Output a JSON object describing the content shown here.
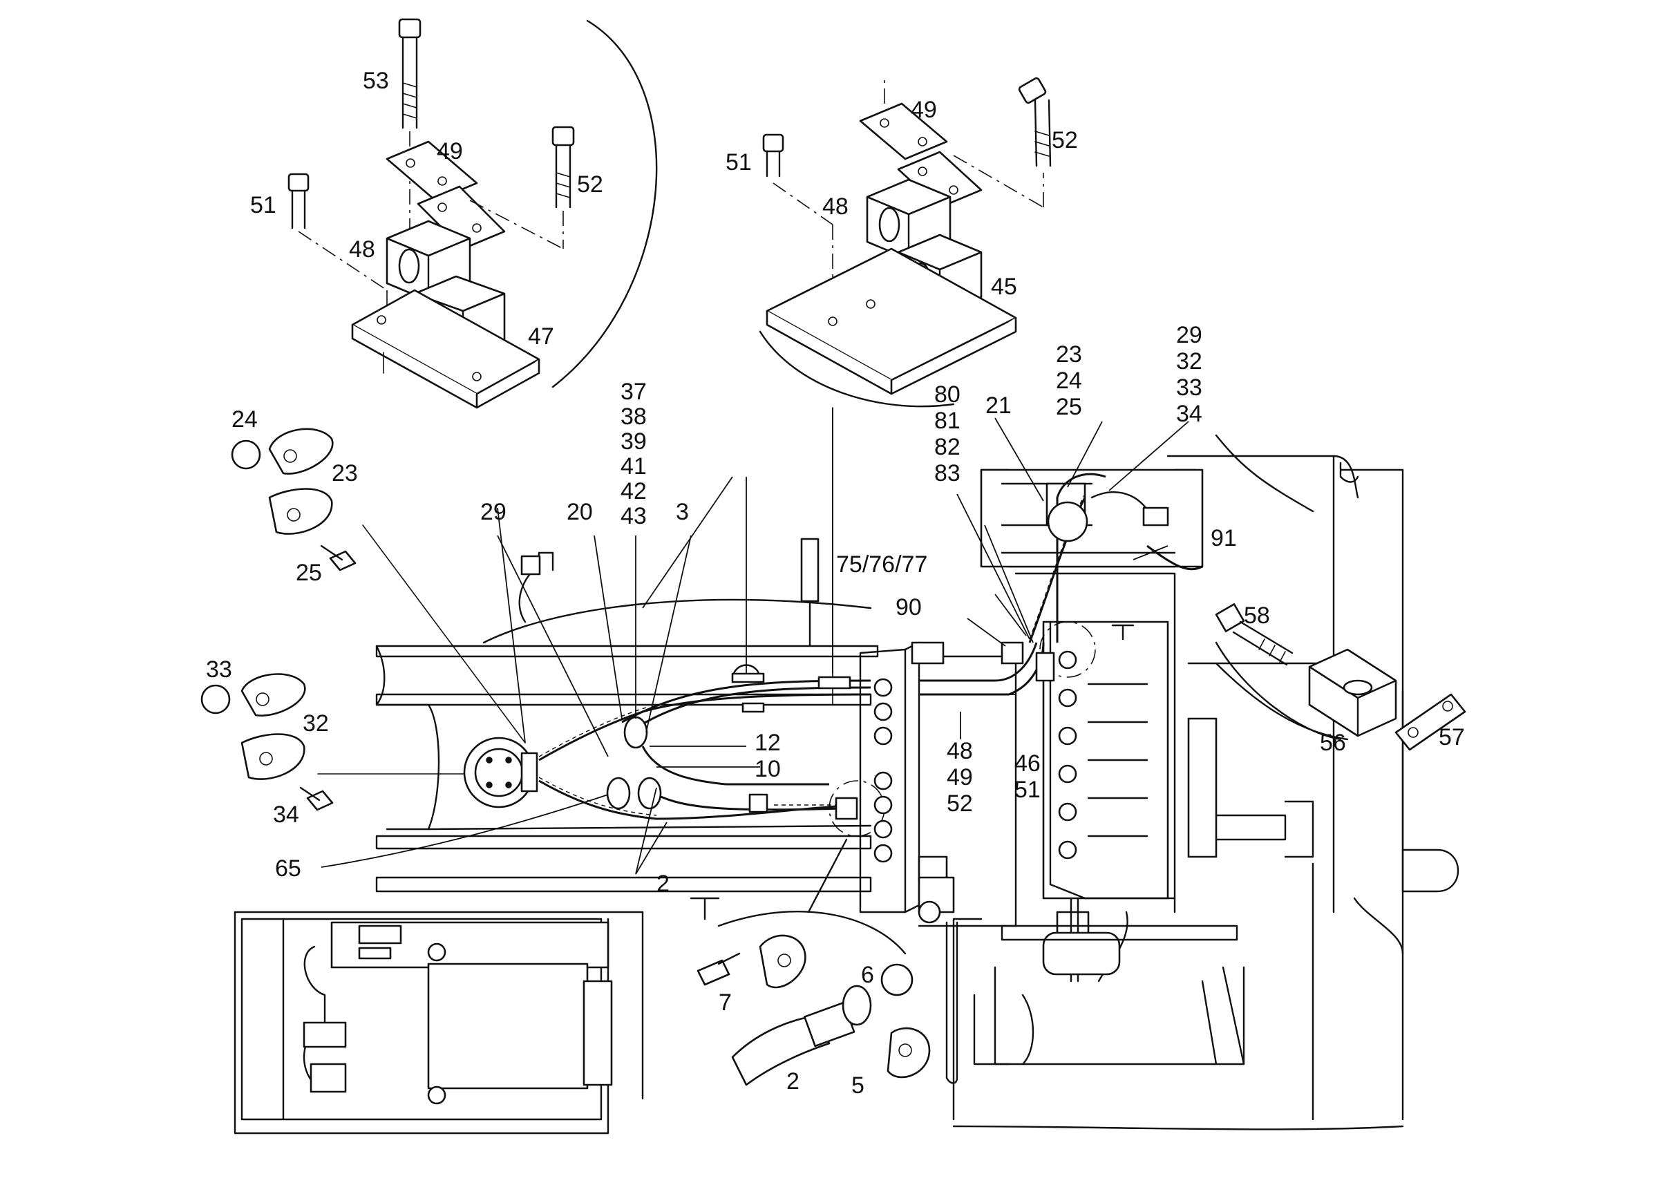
{
  "callouts": {
    "c53": "53",
    "c49a": "49",
    "c52a": "52",
    "c51a": "51",
    "c48a": "48",
    "c47": "47",
    "c49b": "49",
    "c52b": "52",
    "c51b": "51",
    "c48b": "48",
    "c45": "45",
    "c24a": "24",
    "c23a": "23",
    "c25a": "25",
    "c33a": "33",
    "c32a": "32",
    "c34a": "34",
    "c37": "37",
    "c38": "38",
    "c39": "39",
    "c41": "41",
    "c42": "42",
    "c43": "43",
    "c29a": "29",
    "c20": "20",
    "c3": "3",
    "c12": "12",
    "c10": "10",
    "c2a": "2",
    "c65": "65",
    "c80": "80",
    "c81": "81",
    "c82": "82",
    "c83": "83",
    "c21": "21",
    "c23b": "23",
    "c24b": "24",
    "c25b": "25",
    "c29b": "29",
    "c32b": "32",
    "c33b": "33",
    "c34b": "34",
    "c91": "91",
    "c75": "75/76/77",
    "c90": "90",
    "c48c": "48",
    "c49c": "49",
    "c52c": "52",
    "c46": "46",
    "c51c": "51",
    "c58": "58",
    "c56": "56",
    "c57": "57",
    "c7": "7",
    "c6": "6",
    "c2b": "2",
    "c5": "5"
  }
}
